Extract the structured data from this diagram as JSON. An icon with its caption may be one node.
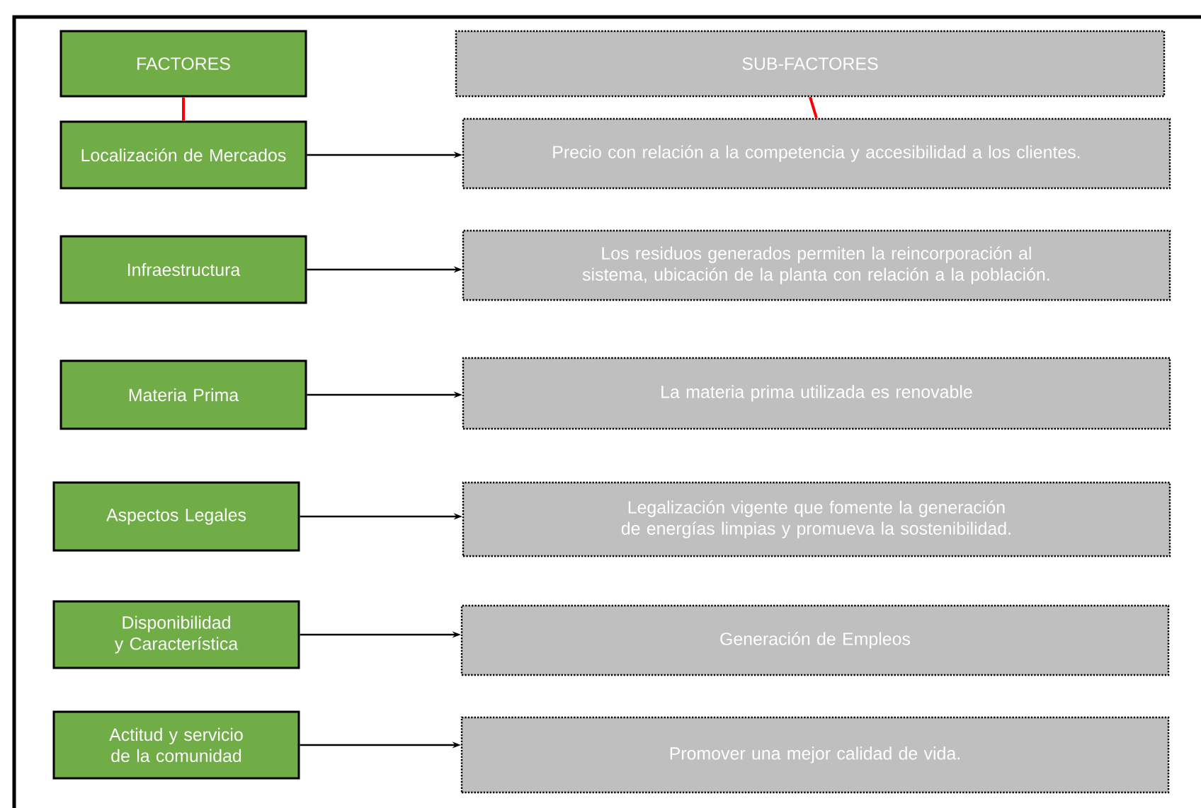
{
  "diagram": {
    "nodes": [
      {
        "text": [
          "FACTORES"
        ]
      },
      {
        "text": [
          "SUB-FACTORES"
        ]
      },
      {
        "text": [
          "Localización de Mercados"
        ]
      },
      {
        "text": [
          "Precio con relación a la competencia y accesibilidad a los clientes."
        ]
      },
      {
        "text": [
          "Infraestructura"
        ]
      },
      {
        "text": [
          "Los residuos generados permiten la reincorporación al sistema, ubicación de la planta con relación a la población."
        ]
      },
      {
        "text": [
          "Materia Prima"
        ]
      },
      {
        "text": [
          "La materia prima utilizada es renovable"
        ]
      },
      {
        "text": [
          "Aspectos Legales"
        ]
      },
      {
        "text": [
          "Legalización vigente que fomente la generación de energías limpias y promueva la sostenibilidad."
        ]
      },
      {
        "text": [
          "Disponibilidad y Característica"
        ]
      },
      {
        "text": [
          "Generación de Empleos"
        ]
      },
      {
        "text": [
          "Actitud y servicio de la comunidad"
        ]
      },
      {
        "text": [
          "Promover una mejor calidad de vida."
        ]
      }
    ],
    "edges": [
      {
        "from": 0,
        "to": 2,
        "arrow": "none",
        "color": "#ff0000"
      },
      {
        "from": 1,
        "to": 3,
        "arrow": "none",
        "color": "#ff0000"
      },
      {
        "from": 2,
        "to": 3,
        "arrow": "to"
      },
      {
        "from": 4,
        "to": 5,
        "arrow": "to"
      },
      {
        "from": 6,
        "to": 7,
        "arrow": "to"
      },
      {
        "from": 8,
        "to": 9,
        "arrow": "to"
      },
      {
        "from": 10,
        "to": 11,
        "arrow": "to"
      },
      {
        "from": 12,
        "to": 13,
        "arrow": "to"
      }
    ]
  }
}
